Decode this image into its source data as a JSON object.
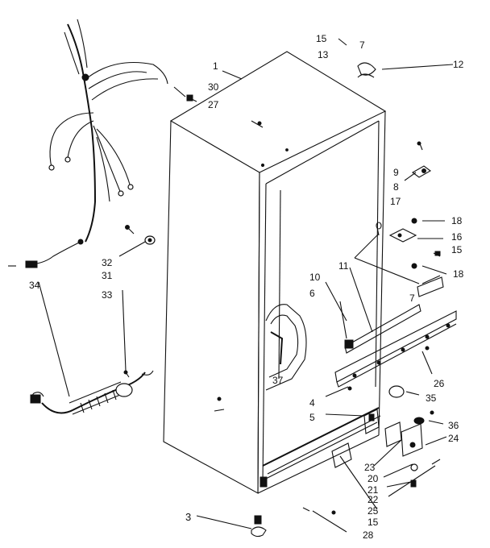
{
  "callouts": [
    {
      "id": "c1",
      "text": "1"
    },
    {
      "id": "c30",
      "text": "30"
    },
    {
      "id": "c27",
      "text": "27"
    },
    {
      "id": "c15a",
      "text": "15"
    },
    {
      "id": "c7a",
      "text": "7"
    },
    {
      "id": "c13",
      "text": "13"
    },
    {
      "id": "c12",
      "text": "12"
    },
    {
      "id": "c9",
      "text": "9"
    },
    {
      "id": "c8",
      "text": "8"
    },
    {
      "id": "c17",
      "text": "17"
    },
    {
      "id": "c18a",
      "text": "18"
    },
    {
      "id": "c16",
      "text": "16"
    },
    {
      "id": "c15b",
      "text": "15"
    },
    {
      "id": "c18b",
      "text": "18"
    },
    {
      "id": "c7b",
      "text": "7"
    },
    {
      "id": "c11",
      "text": "11"
    },
    {
      "id": "c10",
      "text": "10"
    },
    {
      "id": "c6",
      "text": "6"
    },
    {
      "id": "c32",
      "text": "32"
    },
    {
      "id": "c31",
      "text": "31"
    },
    {
      "id": "c34",
      "text": "34"
    },
    {
      "id": "c33",
      "text": "33"
    },
    {
      "id": "c37",
      "text": "37"
    },
    {
      "id": "c26",
      "text": "26"
    },
    {
      "id": "c35",
      "text": "35"
    },
    {
      "id": "c4",
      "text": "4"
    },
    {
      "id": "c5",
      "text": "5"
    },
    {
      "id": "c36",
      "text": "36"
    },
    {
      "id": "c24",
      "text": "24"
    },
    {
      "id": "c23",
      "text": "23"
    },
    {
      "id": "c20",
      "text": "20"
    },
    {
      "id": "c21",
      "text": "21"
    },
    {
      "id": "c22",
      "text": "22"
    },
    {
      "id": "c25",
      "text": "25"
    },
    {
      "id": "c15c",
      "text": "15"
    },
    {
      "id": "c28",
      "text": "28"
    },
    {
      "id": "c3",
      "text": "3"
    }
  ],
  "icons": {
    "cabinet": "refrigerator-cabinet-outline",
    "harness": "wiring-harness",
    "cord": "power-cord",
    "leveler": "leveling-leg"
  }
}
